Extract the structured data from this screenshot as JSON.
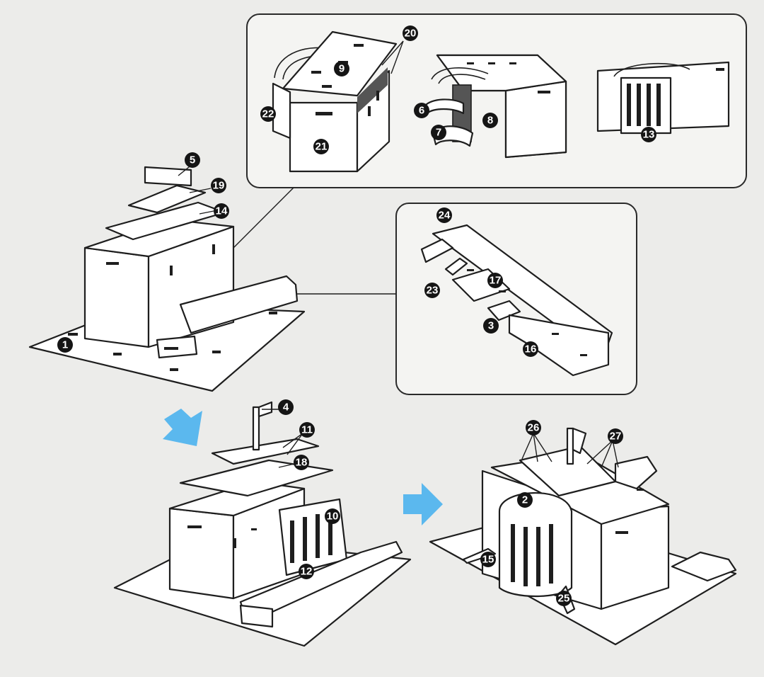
{
  "callouts": {
    "c1": "1",
    "c2": "2",
    "c3": "3",
    "c4": "4",
    "c5": "5",
    "c6": "6",
    "c7": "7",
    "c8": "8",
    "c9": "9",
    "c10": "10",
    "c11": "11",
    "c12": "12",
    "c13": "13",
    "c14": "14",
    "c15": "15",
    "c16": "16",
    "c17": "17",
    "c18": "18",
    "c19": "19",
    "c20": "20",
    "c21": "21",
    "c22": "22",
    "c23": "23",
    "c24": "24",
    "c25": "25",
    "c26": "26",
    "c27": "27"
  },
  "colors": {
    "background": "#ececea",
    "line": "#1e1e1e",
    "part_fill": "#ffffff",
    "step_arrow": "#5bb8ee"
  },
  "icons": {
    "step_arrow": "blue-step-arrow-icon"
  }
}
